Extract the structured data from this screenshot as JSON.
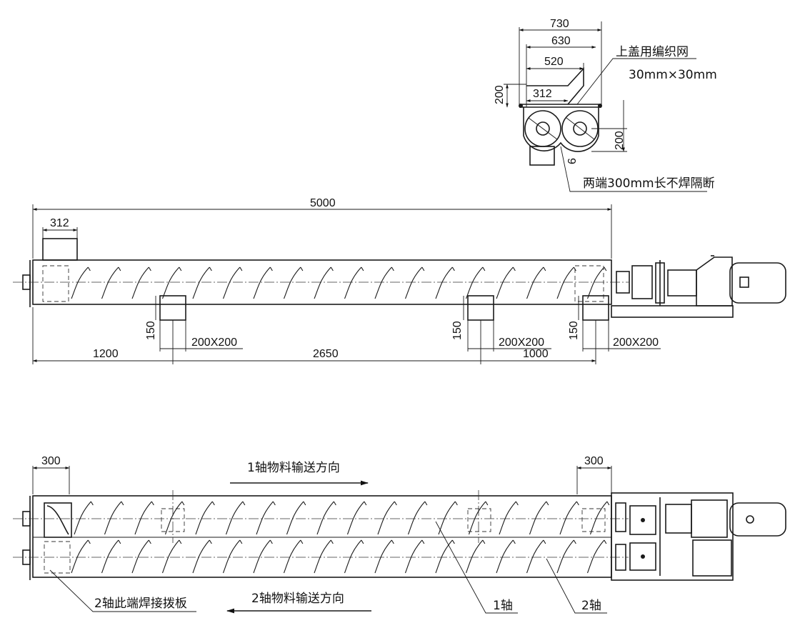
{
  "end_view": {
    "dims": [
      "730",
      "630",
      "520",
      "312",
      "200",
      "200",
      "6"
    ],
    "note_cover": "上盖用编织网",
    "note_mesh": "30mm×30mm",
    "note_ends": "两端300mm长不焊隔断"
  },
  "side_view": {
    "dim_total": "5000",
    "dim_inlet": "312",
    "dim_support_h": "150",
    "dim_support_size": "200X200",
    "dim_seg1": "1200",
    "dim_seg2": "2650",
    "dim_seg3": "1000"
  },
  "plan_view": {
    "dim_left_end": "300",
    "dim_right_end": "300",
    "arrow_shaft1": "1轴物料输送方向",
    "arrow_shaft2": "2轴物料输送方向",
    "label_paddle": "2轴此端焊接拨板",
    "label_shaft1": "1轴",
    "label_shaft2": "2轴"
  }
}
